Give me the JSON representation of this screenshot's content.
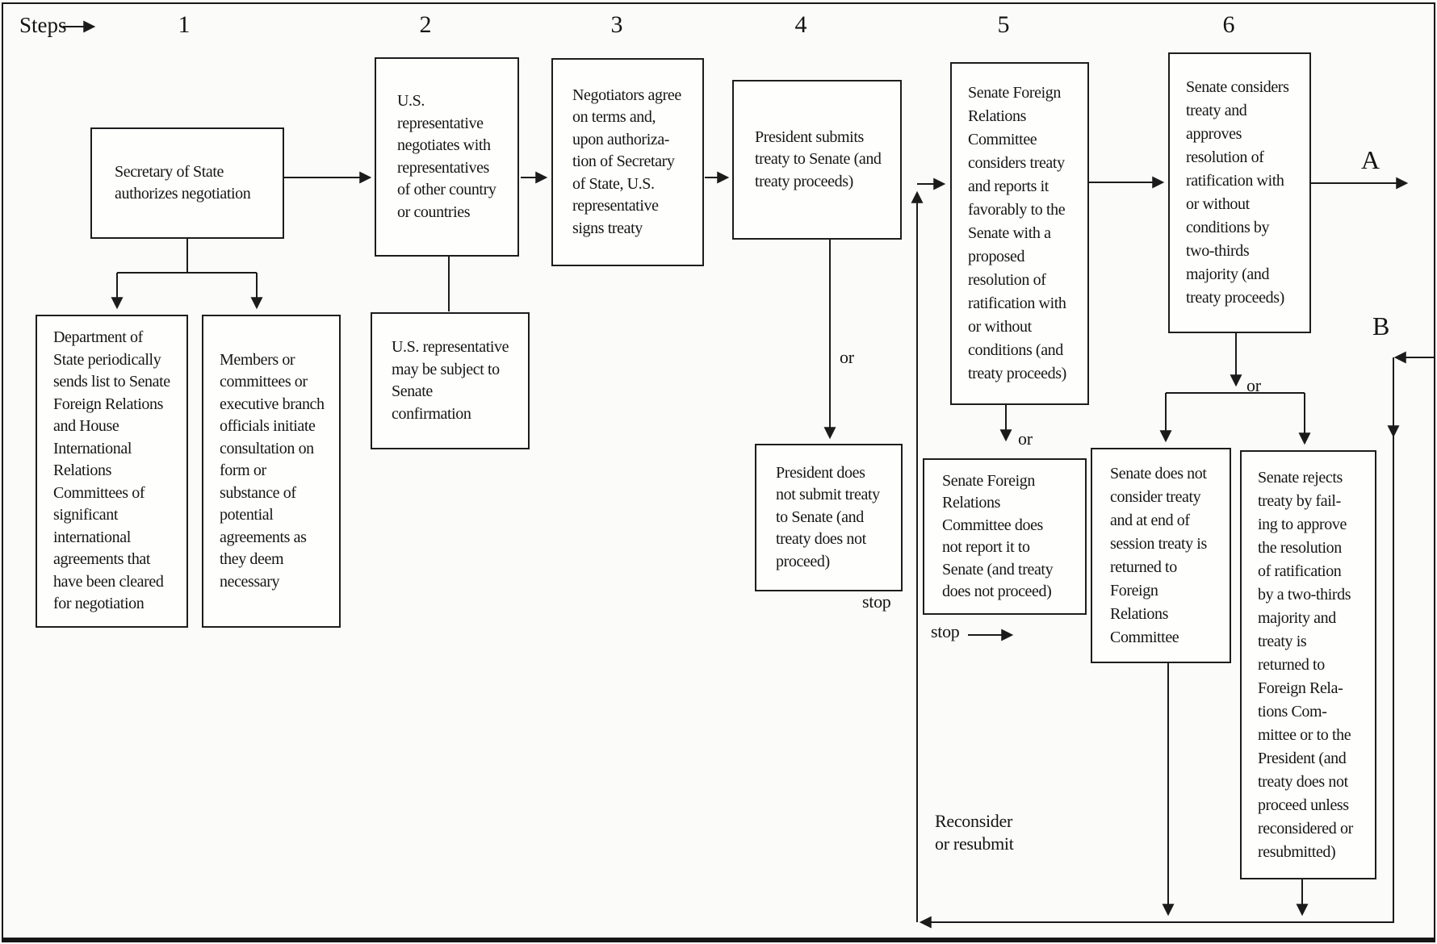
{
  "header": {
    "steps_label": "Steps",
    "columns": [
      {
        "label": "1"
      },
      {
        "label": "2"
      },
      {
        "label": "3"
      },
      {
        "label": "4"
      },
      {
        "label": "5"
      },
      {
        "label": "6"
      }
    ]
  },
  "boxes": {
    "secretary": {
      "text": "Secretary of State\nauthorizes negotiation"
    },
    "dept_state": {
      "text": "Department of\nState periodically\nsends list to Senate\nForeign Relations\nand House\nInternational\nRelations\nCommittees of\nsignificant\ninternational\nagreements that\nhave been cleared\nfor negotiation"
    },
    "members": {
      "text": "Members or\ncommittees or\nexecutive branch\nofficials initiate\nconsultation on\nform or\nsubstance of\npotential\nagreements as\nthey deem\nnecessary"
    },
    "us_rep_negotiates": {
      "text": "U.S.\nrepresentative\nnegotiates with\nrepresentatives\nof other country\nor countries"
    },
    "us_rep_confirmation": {
      "text": "U.S. representative\nmay be subject to\nSenate\nconfirmation"
    },
    "negotiators_agree": {
      "text": "Negotiators agree\non terms and,\nupon authoriza-\ntion of Secretary\nof State, U.S.\nrepresentative\nsigns treaty"
    },
    "president_submits": {
      "text": "President submits\ntreaty to Senate (and\ntreaty proceeds)"
    },
    "president_not_submit": {
      "text": "President does\nnot submit treaty\nto Senate (and\ntreaty does not\nproceed)"
    },
    "sfrc_considers": {
      "text": "Senate Foreign\nRelations\nCommittee\nconsiders treaty\nand reports it\nfavorably to the\nSenate with a\nproposed\nresolution of\nratification with\nor without\nconditions (and\ntreaty proceeds)"
    },
    "sfrc_not_report": {
      "text": "Senate Foreign\nRelations\nCommittee does\nnot report it to\nSenate (and treaty\ndoes not proceed)"
    },
    "senate_considers": {
      "text": "Senate considers\ntreaty and\napproves\nresolution of\nratification with\nor without\nconditions by\ntwo-thirds\nmajority (and\ntreaty proceeds)"
    },
    "senate_not_consider": {
      "text": "Senate does not\nconsider treaty\nand at end of\nsession treaty is\nreturned to\nForeign\nRelations\nCommittee"
    },
    "senate_rejects": {
      "text": "Senate rejects\ntreaty by fail-\ning to approve\nthe resolution\nof ratification\nby a two-thirds\nmajority and\ntreaty is\nreturned to\nForeign Rela-\ntions Com-\nmittee or to the\nPresident (and\ntreaty does not\nproceed unless\nreconsidered or\nresubmitted)"
    }
  },
  "labels": {
    "or_after_president": "or",
    "or_after_sfrc": "or",
    "or_after_senate": "or",
    "stop_president": "stop",
    "stop_sfrc": "stop",
    "outlet_a": "A",
    "outlet_b": "B",
    "reconsider": "Reconsider\nor resubmit"
  },
  "colors": {
    "line": "#1b1b1b",
    "box_border": "#1d1d1d",
    "background": "#fbfbf9"
  }
}
